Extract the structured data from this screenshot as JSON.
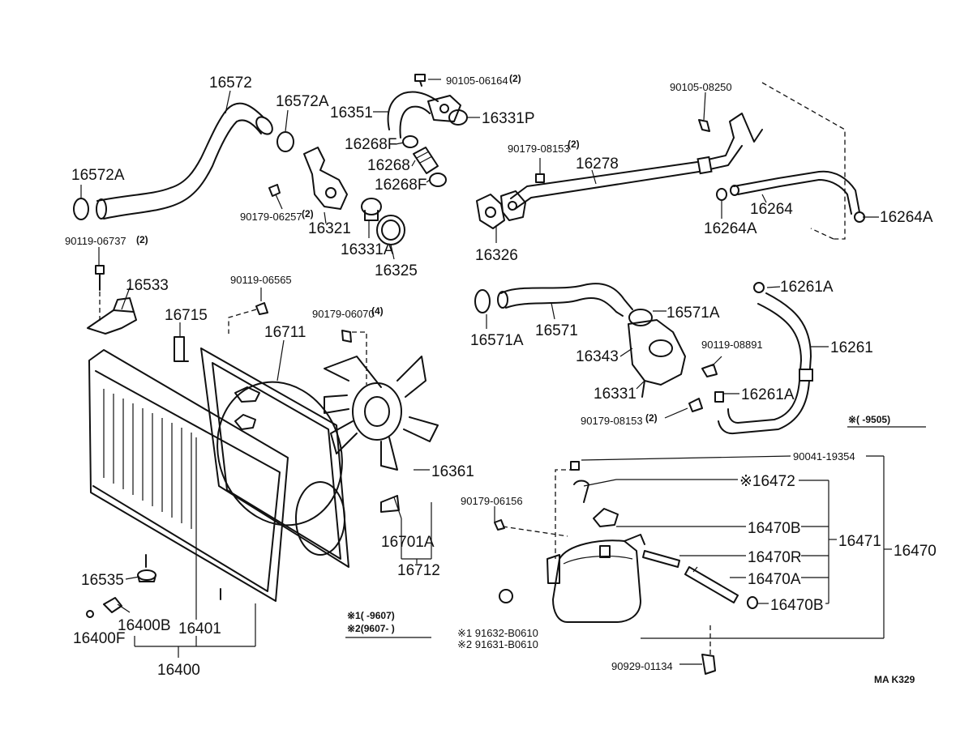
{
  "labels": {
    "p16572": "16572",
    "p16572A_top": "16572A",
    "p16572A_left": "16572A",
    "p90119_06737": "90119-06737",
    "p90119_06737_qty": "(2)",
    "p16533": "16533",
    "p90105_06164": "90105-06164",
    "p90105_06164_qty": "(2)",
    "p16351": "16351",
    "p16331P": "16331P",
    "p16268F_a": "16268F",
    "p16268": "16268",
    "p16268F_b": "16268F",
    "p90179_06257": "90179-06257",
    "p90179_06257_qty": "(2)",
    "p16321": "16321",
    "p16331A": "16331A",
    "p16325": "16325",
    "p90105_08250": "90105-08250",
    "p90179_08153_a": "90179-08153",
    "p90179_08153_a_qty": "(2)",
    "p16278": "16278",
    "p16326": "16326",
    "p16264": "16264",
    "p16264A_a": "16264A",
    "p16264A_b": "16264A",
    "p90119_06565": "90119-06565",
    "p16715": "16715",
    "p16711": "16711",
    "p90179_06070": "90179-06070",
    "p90179_06070_qty": "(4)",
    "p16571A_a": "16571A",
    "p16571": "16571",
    "p16571A_b": "16571A",
    "p16261A_a": "16261A",
    "p90119_08891": "90119-08891",
    "p16261": "16261",
    "p16343": "16343",
    "p16331": "16331",
    "p16261A_b": "16261A",
    "p90179_08153_b": "90179-08153",
    "p90179_08153_b_qty": "(2)",
    "note_9505": "※(       -9505)",
    "p16361": "16361",
    "p90041_19354": "90041-19354",
    "p16472": "※16472",
    "p90179_06156": "90179-06156",
    "p16470B_a": "16470B",
    "p16471": "16471",
    "p16470": "16470",
    "p16470R": "16470R",
    "p16470A": "16470A",
    "p16470B_b": "16470B",
    "p16701A": "16701A",
    "p16712": "16712",
    "p16535": "16535",
    "p16400B": "16400B",
    "p16401": "16401",
    "p16400F": "16400F",
    "p16400": "16400",
    "note1": "※1(      -9607)",
    "note2": "※2(9607-        )",
    "p91632": "※1 91632-B0610",
    "p91631": "※2 91631-B0610",
    "p90929_01134": "90929-01134",
    "diagram_code": "MA  K329"
  }
}
